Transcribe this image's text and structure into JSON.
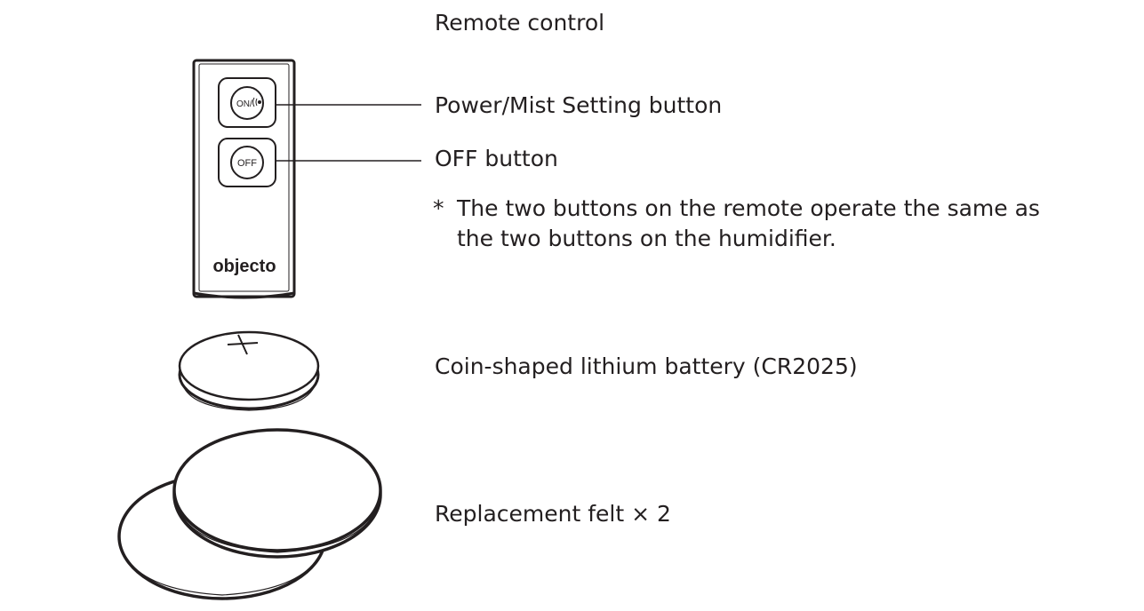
{
  "title": "Remote control",
  "labels": {
    "power_button": "Power/Mist Setting button",
    "off_button": "OFF button",
    "note_marker": "*",
    "note_line1": "The two buttons on the remote operate the same as",
    "note_line2": "the two buttons on the humidifier.",
    "battery": "Coin-shaped lithium battery (CR2025)",
    "felt": "Replacement felt × 2"
  },
  "remote": {
    "brand": "objecto",
    "on_button_text": "ON/",
    "on_button_icon": "wave-mist-icon",
    "off_button_text": "OFF"
  },
  "battery": {
    "polarity_mark": "+"
  }
}
